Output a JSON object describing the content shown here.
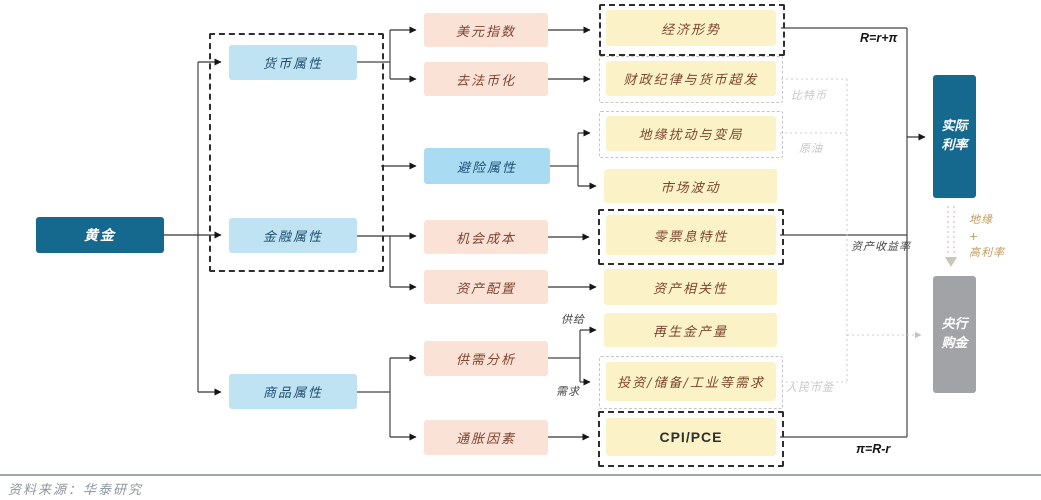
{
  "palette": {
    "dark_teal": "#16698e",
    "light_blue": "#bfe3f3",
    "hedge_blue": "#a9dcf2",
    "pink": "#fbe2d6",
    "yellow": "#fbf3c7",
    "gray_box": "#a2a3a7",
    "box_text_brown": "#7c4430",
    "box_text_blue": "#1d4d70",
    "annotation_gray": "#c6c8cb",
    "annotation_tan": "#bf9a5a"
  },
  "root": {
    "label": "黄金"
  },
  "attributes": {
    "monetary": {
      "label": "货币属性"
    },
    "financial": {
      "label": "金融属性"
    },
    "commodity": {
      "label": "商品属性"
    },
    "hedge": {
      "label": "避险属性"
    }
  },
  "drivers": {
    "dollar_index": {
      "label": "美元指数"
    },
    "de_fiat": {
      "label": "去法币化"
    },
    "opportunity_cost": {
      "label": "机会成本"
    },
    "asset_allocation": {
      "label": "资产配置"
    },
    "supply_demand": {
      "label": "供需分析"
    },
    "inflation": {
      "label": "通胀因素"
    }
  },
  "factors": {
    "economy": {
      "label": "经济形势"
    },
    "fiscal": {
      "label": "财政纪律与货币超发"
    },
    "geopolitics": {
      "label": "地缘扰动与变局"
    },
    "volatility": {
      "label": "市场波动"
    },
    "zero_coupon": {
      "label": "零票息特性"
    },
    "correlation": {
      "label": "资产相关性"
    },
    "recycled_gold": {
      "label": "再生金产量"
    },
    "demand_types": {
      "label": "投资/储备/工业等需求"
    },
    "cpi_pce": {
      "label": "CPI/PCE"
    }
  },
  "outcomes": {
    "real_rate": {
      "label": "实际\n利率"
    },
    "central_bank_gold": {
      "label": "央行\n购金"
    }
  },
  "annotations": {
    "r_formula_top": "R=r+π",
    "asset_return": "资产收益率",
    "pi_formula_bottom": "π=R-r",
    "bitcoin": "比特币",
    "crude_oil": "原油",
    "rmb_gold": "人民币金",
    "supply": "供给",
    "demand": "需求",
    "geo_plus_high_rate": "地缘\n+\n高利率"
  },
  "source": {
    "text": "资料来源：华泰研究"
  }
}
